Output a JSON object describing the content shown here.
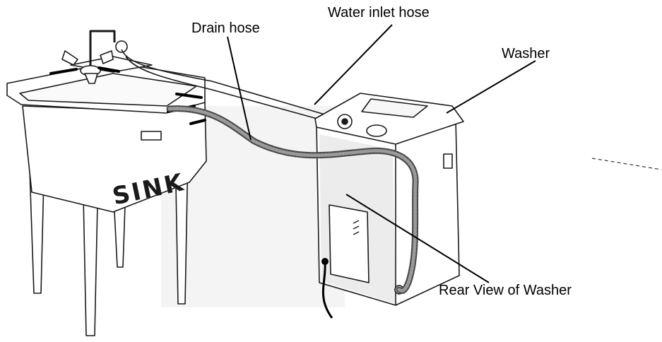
{
  "labels": {
    "water_inlet_hose": "Water inlet hose",
    "drain_hose": "Drain hose",
    "washer": "Washer",
    "rear_view": "Rear View of Washer",
    "sink": "SINK"
  },
  "colors": {
    "ink": "#1a1a1a",
    "panel_shade": "#ececec",
    "hose": "#6e6e6e",
    "background": "#ffffff"
  }
}
